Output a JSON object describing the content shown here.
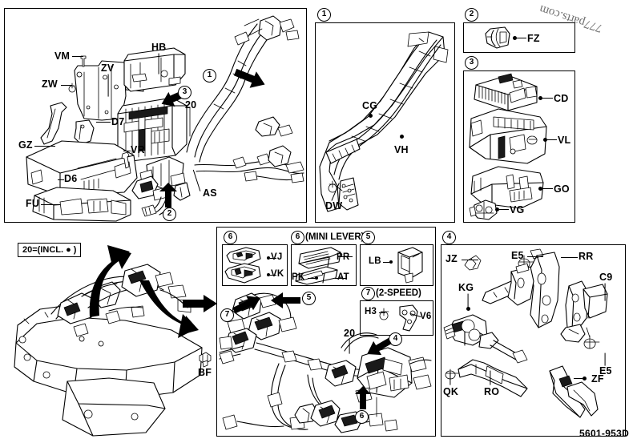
{
  "document": {
    "drawing_number": "5601-953D",
    "watermark": "777parts.com",
    "incl_note": "20=(INCL. ● )"
  },
  "panels": {
    "main_assembly": {
      "name": "main-assembly-panel",
      "labels": [
        {
          "code": "VM"
        },
        {
          "code": "ZV"
        },
        {
          "code": "HB"
        },
        {
          "code": "ZW"
        },
        {
          "code": "D7"
        },
        {
          "code": "GZ"
        },
        {
          "code": "VR"
        },
        {
          "code": "D6"
        },
        {
          "code": "FU"
        },
        {
          "code": "AS"
        },
        {
          "code": "20"
        }
      ],
      "callouts": [
        {
          "number": "1"
        },
        {
          "number": "2"
        },
        {
          "number": "3"
        }
      ]
    },
    "panel_1": {
      "number": "1",
      "name": "panel-1-harness-guard",
      "labels": [
        {
          "code": "CG"
        },
        {
          "code": "VH"
        },
        {
          "code": "DW"
        }
      ]
    },
    "panel_2": {
      "number": "2",
      "name": "panel-2-clip",
      "labels": [
        {
          "code": "FZ"
        }
      ]
    },
    "panel_3": {
      "number": "3",
      "name": "panel-3-fuse-box",
      "labels": [
        {
          "code": "CD"
        },
        {
          "code": "VL"
        },
        {
          "code": "GO"
        },
        {
          "code": "VG"
        }
      ]
    },
    "machine_overview": {
      "name": "machine-overview-panel",
      "labels": [
        {
          "code": "BF"
        }
      ]
    },
    "panel_6a": {
      "number": "6",
      "name": "panel-6-switch-pads",
      "title": "",
      "labels": [
        {
          "code": "VJ"
        },
        {
          "code": "VK"
        }
      ]
    },
    "panel_6b": {
      "number": "6",
      "name": "panel-6-mini-lever",
      "title": "(MINI LEVER)",
      "labels": [
        {
          "code": "PR"
        },
        {
          "code": "PK"
        },
        {
          "code": "AT"
        }
      ]
    },
    "panel_5": {
      "number": "5",
      "name": "panel-5-switch",
      "labels": [
        {
          "code": "LB"
        }
      ]
    },
    "panel_7_detail": {
      "number": "7",
      "name": "panel-7-two-speed",
      "title": "(2-SPEED)",
      "labels": [
        {
          "code": "H3"
        },
        {
          "code": "V6"
        }
      ]
    },
    "panel_7_assembly": {
      "name": "panel-7-assembly",
      "labels": [
        {
          "code": "20"
        }
      ],
      "callouts": [
        {
          "number": "7"
        },
        {
          "number": "5"
        },
        {
          "number": "4"
        },
        {
          "number": "6"
        }
      ]
    },
    "panel_4": {
      "number": "4",
      "name": "panel-4-brackets",
      "labels": [
        {
          "code": "JZ"
        },
        {
          "code": "E5"
        },
        {
          "code": "RR"
        },
        {
          "code": "C9"
        },
        {
          "code": "KG"
        },
        {
          "code": "E5"
        },
        {
          "code": "QK"
        },
        {
          "code": "RO"
        },
        {
          "code": "ZF"
        }
      ]
    }
  },
  "colors": {
    "line": "#000000",
    "background": "#ffffff",
    "watermark": "#555555"
  }
}
